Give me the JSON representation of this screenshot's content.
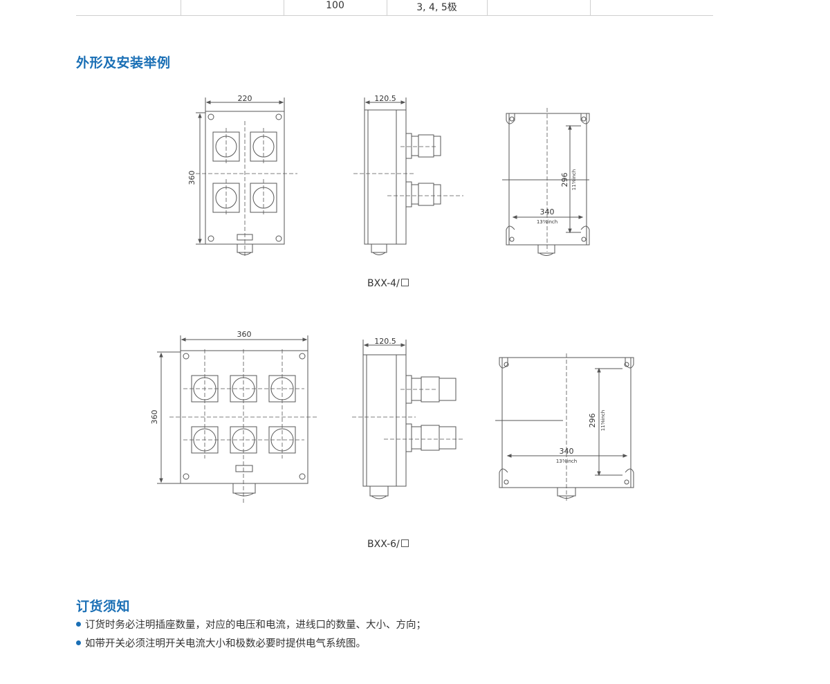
{
  "table_row": {
    "cells": [
      "100",
      "3, 4, 5极"
    ]
  },
  "section_outline": {
    "title": "外形及安装举例"
  },
  "drawing_bxx4": {
    "caption": "BXX-4/",
    "front_width": "220",
    "front_height": "360",
    "side_depth": "120.5",
    "mount_height": "296",
    "mount_height_inch": "11⁵⁄₈inch",
    "mount_width": "340",
    "mount_width_inch": "13³⁄₈inch"
  },
  "drawing_bxx6": {
    "caption": "BXX-6/",
    "front_width": "360",
    "front_height": "360",
    "side_depth": "120.5",
    "mount_height": "296",
    "mount_height_inch": "11⁵⁄₈inch",
    "mount_width": "340",
    "mount_width_inch": "13³⁄₈inch"
  },
  "section_ordering": {
    "title": "订货须知",
    "items": [
      "订货时务必注明插座数量，对应的电压和电流，进线口的数量、大小、方向；",
      "如带开关必须注明开关电流大小和极数必要时提供电气系统图。"
    ]
  },
  "colors": {
    "accent": "#1a6fb5",
    "line": "#555555"
  }
}
